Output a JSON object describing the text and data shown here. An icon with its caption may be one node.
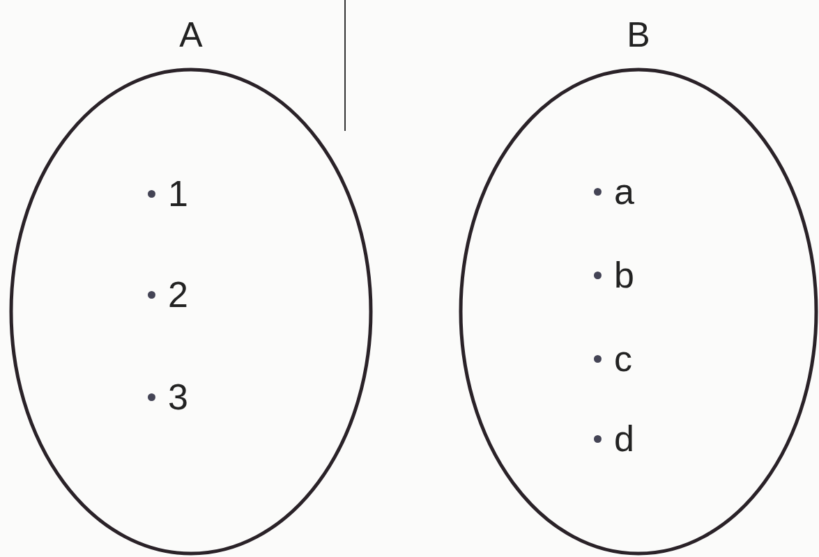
{
  "diagram": {
    "nodes": [
      {
        "text": [
          "A"
        ]
      },
      {
        "text": [
          "1"
        ],
        "in": 0
      },
      {
        "text": [
          "2"
        ],
        "in": 0
      },
      {
        "text": [
          "3"
        ],
        "in": 0
      },
      {
        "text": [
          "B"
        ]
      },
      {
        "text": [
          "a"
        ],
        "in": 4
      },
      {
        "text": [
          "b"
        ],
        "in": 4
      },
      {
        "text": [
          "c"
        ],
        "in": 4
      },
      {
        "text": [
          "d"
        ],
        "in": 4
      }
    ]
  }
}
